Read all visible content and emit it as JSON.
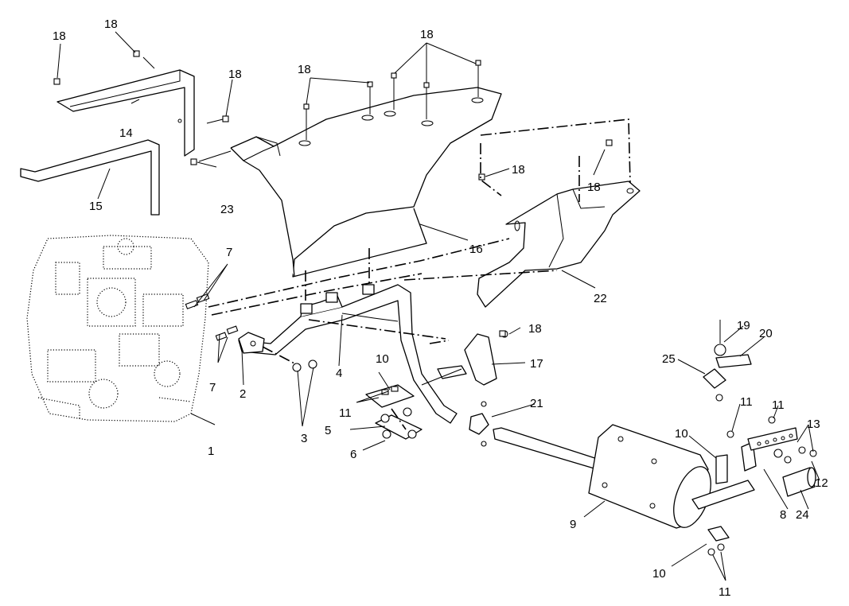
{
  "callouts": {
    "c1": "1",
    "c2": "2",
    "c3": "3",
    "c4": "4",
    "c5": "5",
    "c6": "6",
    "c7a": "7",
    "c7b": "7",
    "c8": "8",
    "c9": "9",
    "c10a": "10",
    "c10b": "10",
    "c10c": "10",
    "c11a": "11",
    "c11b": "11",
    "c11c": "11",
    "c11d": "11",
    "c12": "12",
    "c13": "13",
    "c14": "14",
    "c15": "15",
    "c16": "16",
    "c17": "17",
    "c18a": "18",
    "c18b": "18",
    "c18c": "18",
    "c18d": "18",
    "c18e": "18",
    "c18f": "18",
    "c18g": "18",
    "c18h": "18",
    "c19": "19",
    "c20": "20",
    "c21": "21",
    "c22": "22",
    "c23": "23",
    "c24": "24",
    "c25": "25"
  }
}
